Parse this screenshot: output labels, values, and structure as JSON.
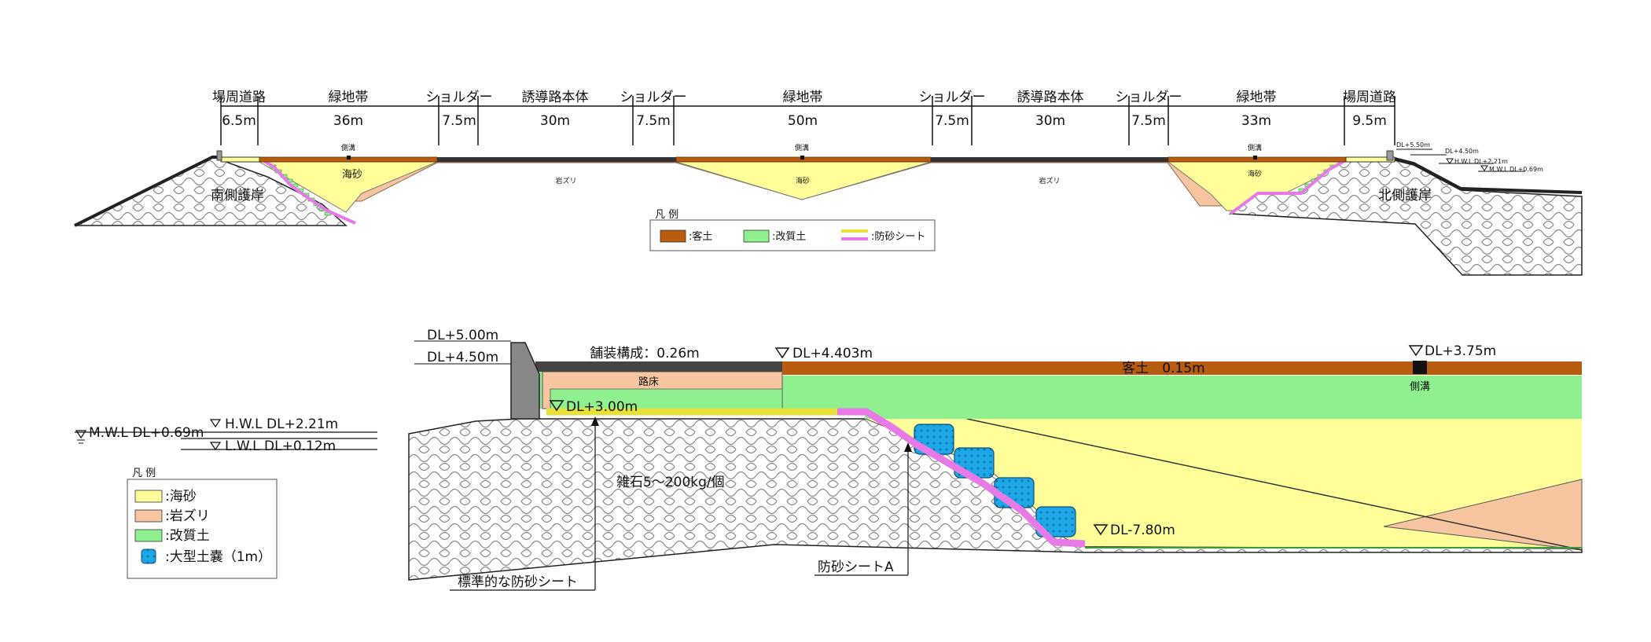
{
  "top_section": {
    "dimension_labels": [
      "場周道路",
      "緑地帯",
      "ショルダー",
      "誘導路本体",
      "ショルダー",
      "緑地帯",
      "ショルダー",
      "誘導路本体",
      "ショルダー",
      "緑地帯",
      "場周道路"
    ],
    "dimension_values": [
      "6.5m",
      "36m",
      "7.5m",
      "30m",
      "7.5m",
      "50m",
      "7.5m",
      "30m",
      "7.5m",
      "33m",
      "9.5m"
    ],
    "area_labels": {
      "south_revetment": "南側護岸",
      "north_revetment": "北側護岸",
      "sea_sand_left": "海砂",
      "sea_sand_center": "海砂",
      "sea_sand_right": "海砂",
      "rubble_left": "岩ズリ",
      "rubble_right": "岩ズリ",
      "ditch_left": "側溝",
      "ditch_center": "側溝",
      "ditch_right": "側溝"
    },
    "level_labels": [
      "DL+5.50m",
      "DL+4.50m",
      "H.W.L  DL+2.21m",
      "M.W.L  DL+0.69m"
    ],
    "legend": {
      "title": "凡 例",
      "items": [
        {
          "label": ":客土",
          "color": "#b85c10"
        },
        {
          "label": ":改質土",
          "color": "#8ef08e"
        },
        {
          "label": ":防砂シート",
          "color": "#e7e23a",
          "color2": "#e87ae8"
        }
      ]
    }
  },
  "bottom_section": {
    "level_labels": {
      "dl_500": "DL+5.00m",
      "dl_450": "DL+4.50m",
      "dl_4403": "DL+4.403m",
      "dl_375": "DL+3.75m",
      "dl_300": "DL+3.00m",
      "dl_780": "DL-7.80m",
      "hwl": "H.W.L  DL+2.21m",
      "mwl": "M.W.L  DL+0.69m",
      "lwl": "L.W.L  DL+0.12m"
    },
    "pavement_label": "舗装構成：0.26m",
    "subgrade_label": "路床",
    "topsoil_label": "客土　0.15m",
    "ditch_label": "側溝",
    "rubble_note": "雑石5～200kg/個",
    "callout_standard_sheet": "標準的な防砂シート",
    "callout_sheet_a": "防砂シートA",
    "legend": {
      "title": "凡 例",
      "items": [
        {
          "label": ":海砂",
          "color": "#ffff99"
        },
        {
          "label": ":岩ズリ",
          "color": "#f7c59f"
        },
        {
          "label": ":改質土",
          "color": "#8ef08e"
        },
        {
          "label": ":大型土嚢（1m）",
          "color": "#1ea7e6"
        }
      ]
    }
  }
}
